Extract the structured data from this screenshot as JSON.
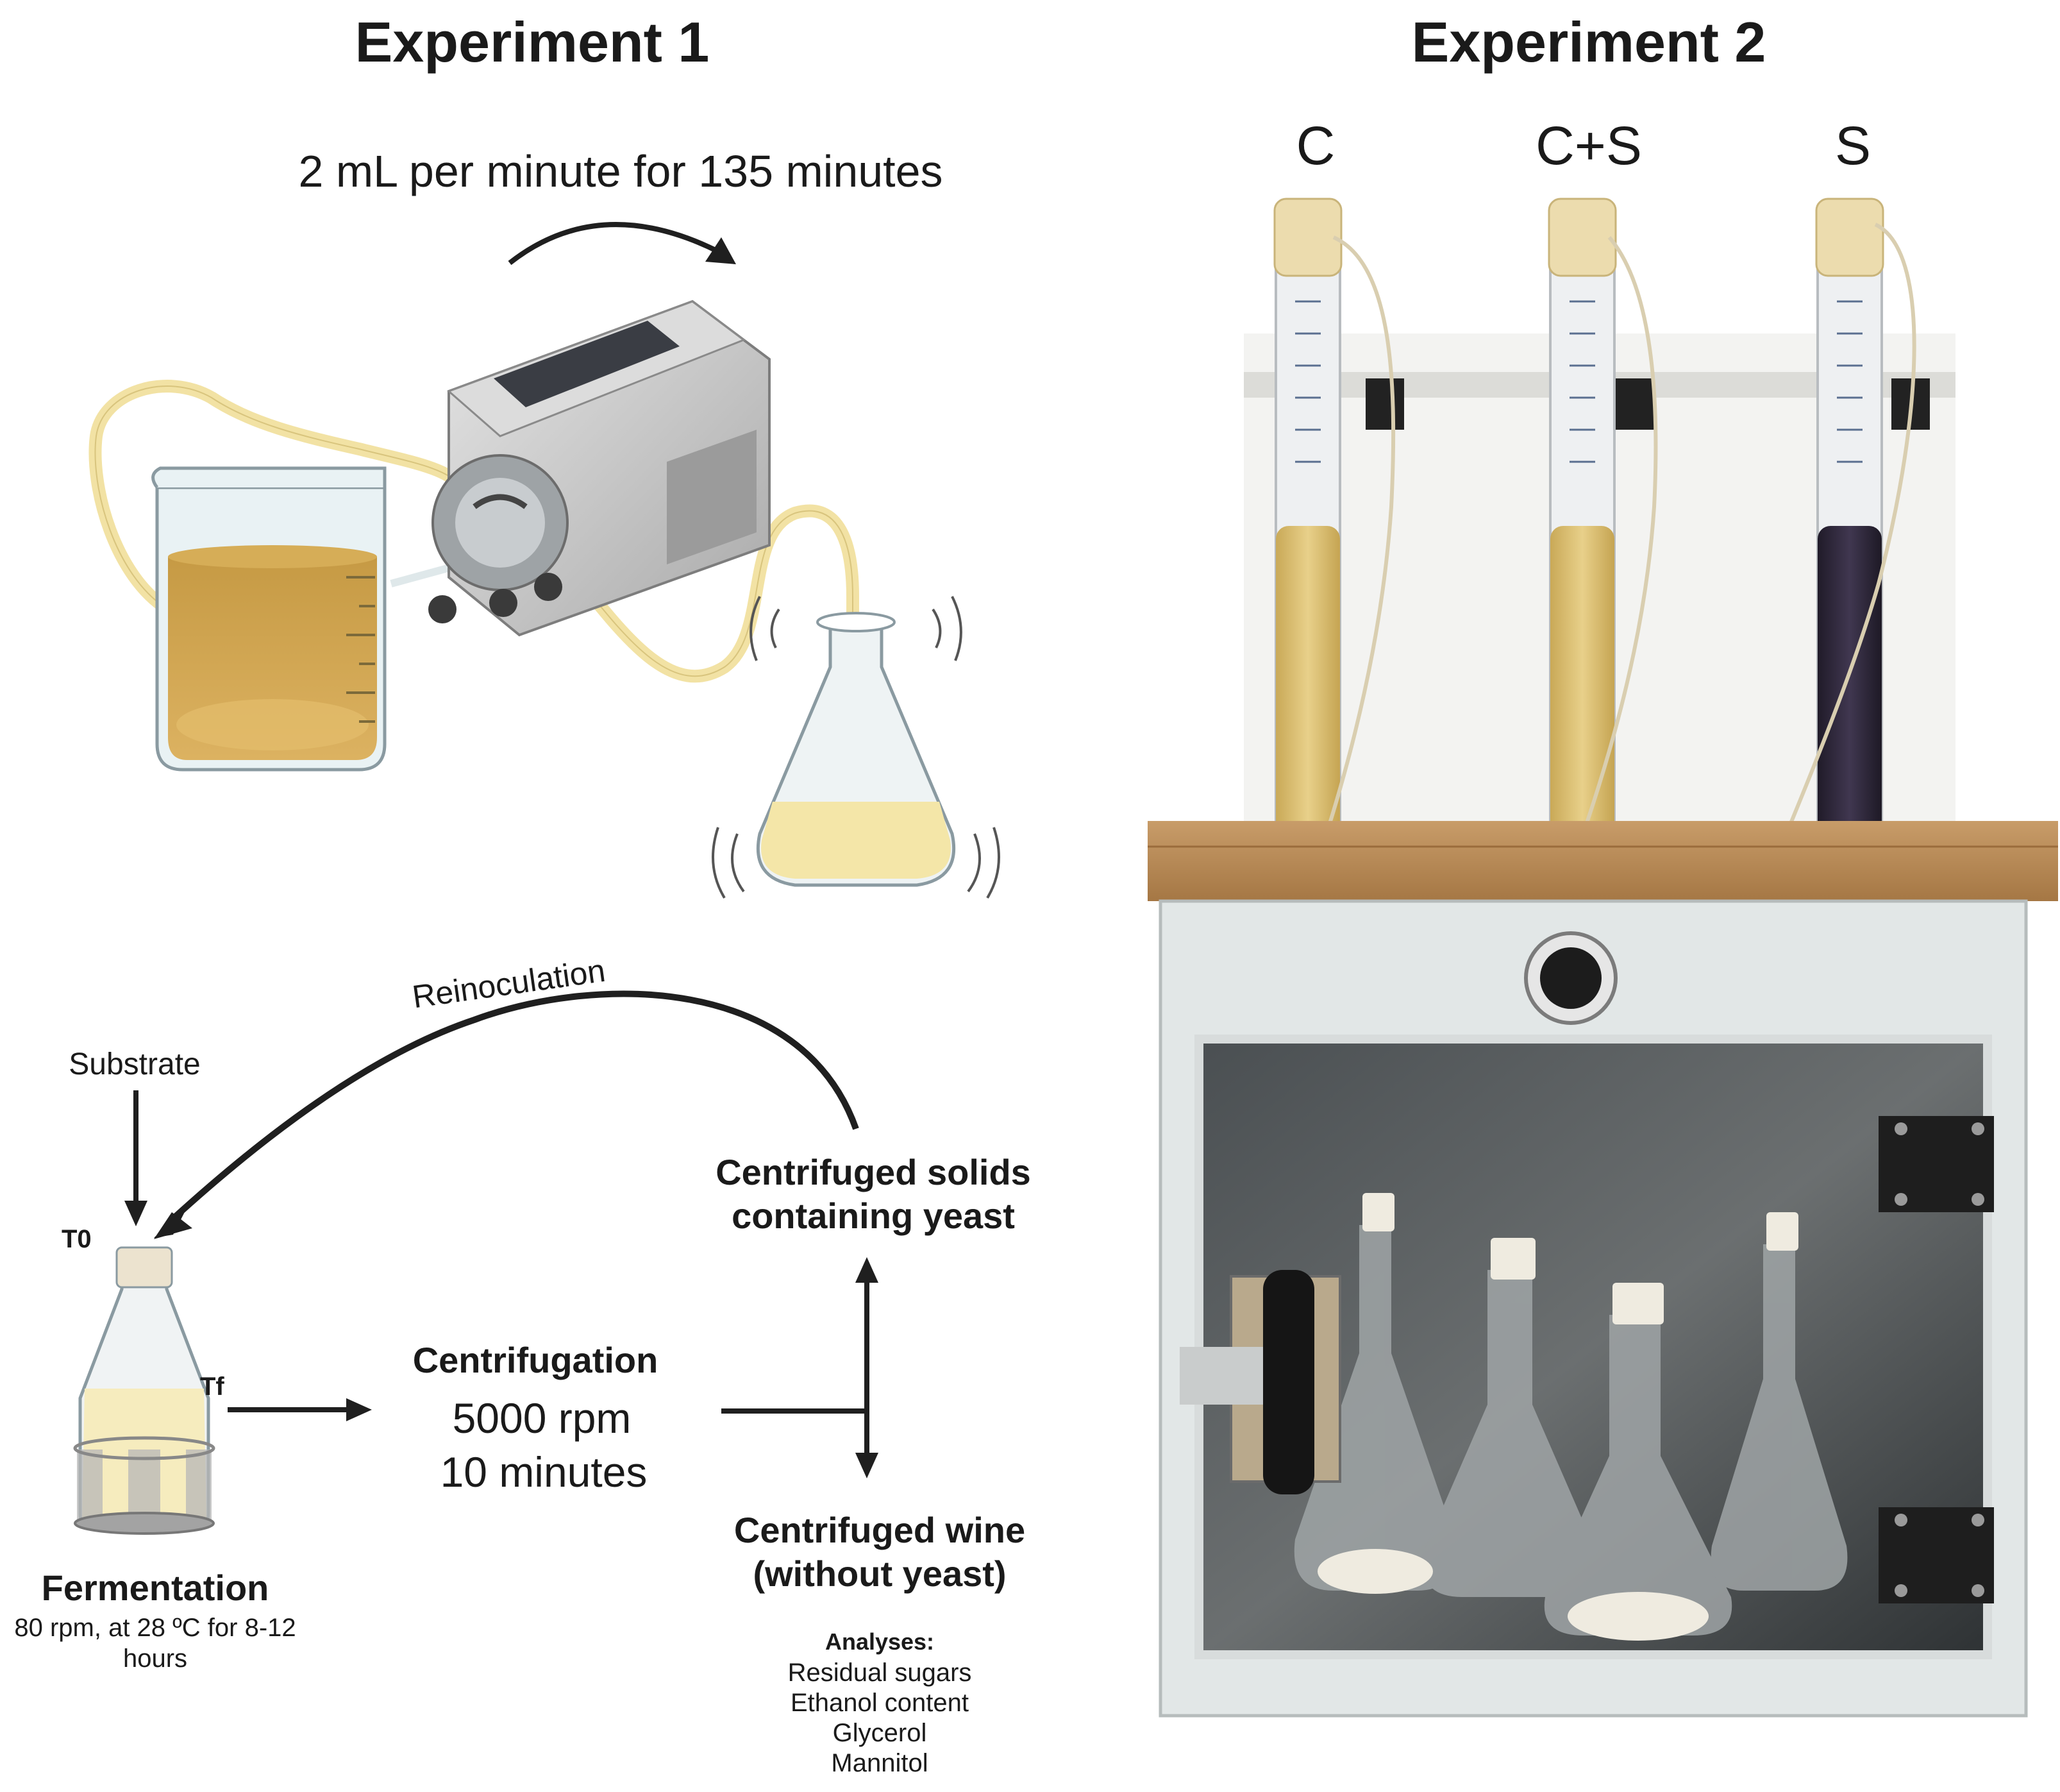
{
  "experiment1": {
    "title": "Experiment 1",
    "pump_rate": "2 mL per minute for 135 minutes",
    "reinoculation": "Reinoculation",
    "substrate": "Substrate",
    "t0": "T0",
    "tf": "Tf",
    "fermentation_title": "Fermentation",
    "fermentation_line1": "80 rpm, at 28 ºC for 8-12",
    "fermentation_line2": "hours",
    "centrifugation_title": "Centrifugation",
    "centrifugation_speed": "5000 rpm",
    "centrifugation_time": "10 minutes",
    "solids_line1": "Centrifuged solids",
    "solids_line2": "containing yeast",
    "wine_line1": "Centrifuged wine",
    "wine_line2": "(without yeast)",
    "analyses_title": "Analyses:",
    "analyses": [
      "Residual sugars",
      "Ethanol content",
      "Glycerol",
      "Mannitol"
    ]
  },
  "experiment2": {
    "title": "Experiment 2",
    "columns": [
      "C",
      "C+S",
      "S"
    ],
    "column_colors": [
      "#d8b96a",
      "#d8b96a",
      "#2e2838"
    ]
  },
  "colors": {
    "liquid": "#c9a24a",
    "liquid_light": "#f3e7b4",
    "wood": "#b98a57",
    "cabinet": "#e1e6e6",
    "arrow": "#1f1f1f"
  },
  "icons": [
    "beaker-icon",
    "peristaltic-pump-icon",
    "shaking-flask-icon",
    "fermentation-flask-icon"
  ]
}
